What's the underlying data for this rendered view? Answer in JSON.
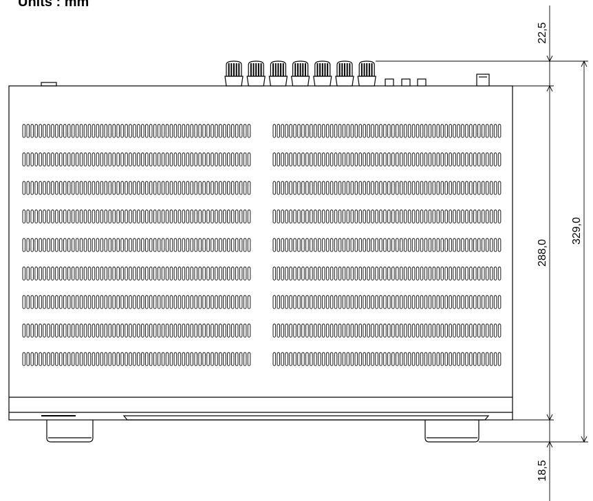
{
  "header": {
    "units_label": "Units : mm"
  },
  "dimensions": {
    "top_offset": "22,5",
    "body_depth": "288,0",
    "total_depth": "329,0",
    "foot_height": "18,5"
  },
  "vent_panels": {
    "count": 2,
    "rows_per_panel": 9
  },
  "knobs": {
    "count": 7
  },
  "colors": {
    "line": "#000000",
    "background": "#ffffff"
  }
}
